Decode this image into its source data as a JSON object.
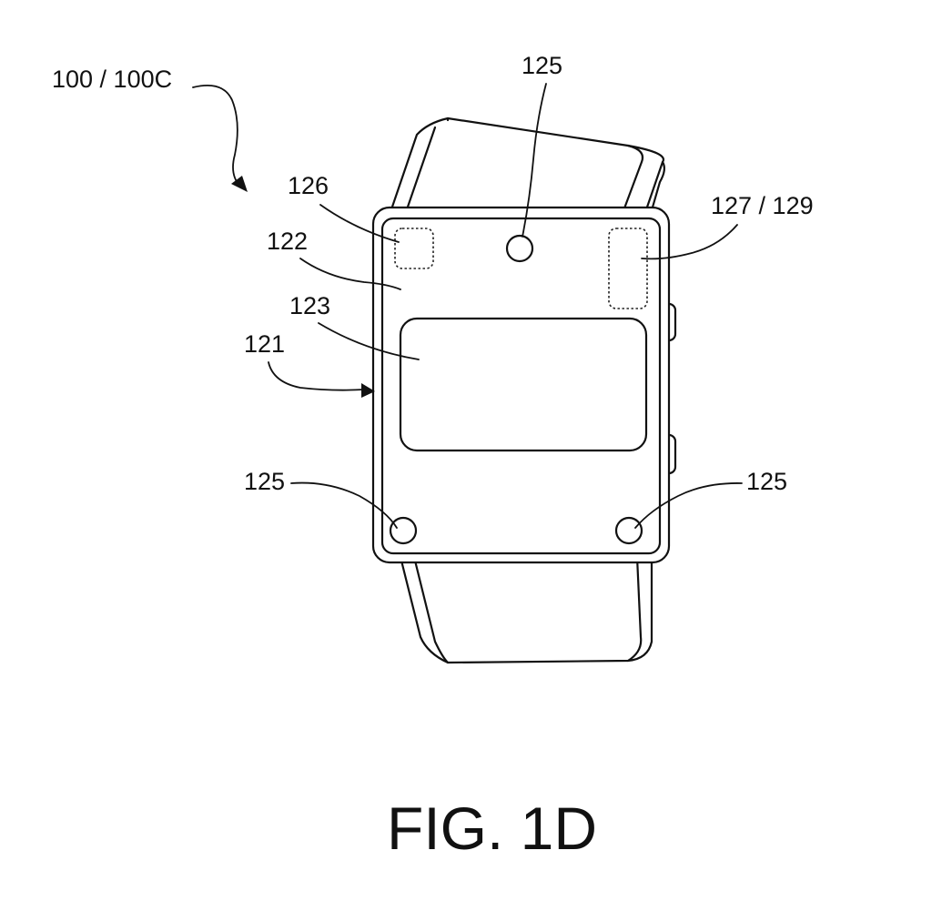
{
  "labels": {
    "device_ref": "100 / 100C",
    "sensor_top": "125",
    "element_126": "126",
    "element_127_129": "127 / 129",
    "surface_122": "122",
    "window_123": "123",
    "housing_121": "121",
    "sensor_bottom_left": "125",
    "sensor_bottom_right": "125"
  },
  "caption": "FIG. 1D",
  "colors": {
    "line": "#111111",
    "background": "#ffffff"
  }
}
